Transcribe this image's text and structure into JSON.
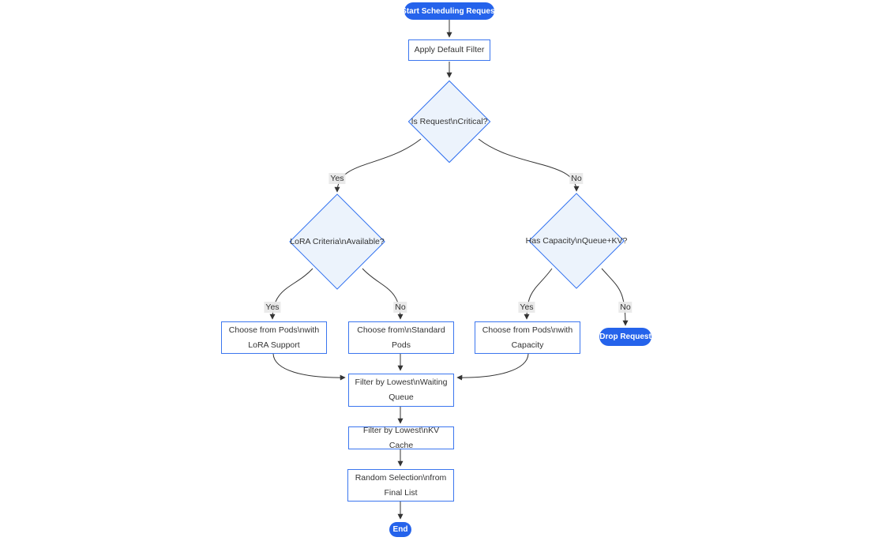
{
  "diagram": {
    "type": "flowchart",
    "nodes": {
      "start": "Start Scheduling Request",
      "apply_filter": "Apply Default Filter",
      "is_critical": "Is Request\\nCritical?",
      "lora_criteria": "LoRA Criteria\\nAvailable?",
      "has_capacity": "Has Capacity\\nQueue+KV?",
      "choose_lora_pods": "Choose from Pods\\nwith LoRA Support",
      "choose_standard_pods": "Choose from\\nStandard Pods",
      "choose_capacity_pods": "Choose from Pods\\nwith Capacity",
      "drop_request": "Drop Request",
      "filter_waiting_queue": "Filter by Lowest\\nWaiting Queue",
      "filter_kv_cache": "Filter by Lowest\\nKV Cache",
      "random_selection": "Random Selection\\nfrom Final List",
      "end": "End"
    },
    "edge_labels": {
      "critical_yes": "Yes",
      "critical_no": "No",
      "lora_yes": "Yes",
      "lora_no": "No",
      "capacity_yes": "Yes",
      "capacity_no": "No"
    },
    "edges": [
      {
        "from": "start",
        "to": "apply_filter",
        "label": ""
      },
      {
        "from": "apply_filter",
        "to": "is_critical",
        "label": ""
      },
      {
        "from": "is_critical",
        "to": "lora_criteria",
        "label": "Yes"
      },
      {
        "from": "is_critical",
        "to": "has_capacity",
        "label": "No"
      },
      {
        "from": "lora_criteria",
        "to": "choose_lora_pods",
        "label": "Yes"
      },
      {
        "from": "lora_criteria",
        "to": "choose_standard_pods",
        "label": "No"
      },
      {
        "from": "has_capacity",
        "to": "choose_capacity_pods",
        "label": "Yes"
      },
      {
        "from": "has_capacity",
        "to": "drop_request",
        "label": "No"
      },
      {
        "from": "choose_lora_pods",
        "to": "filter_waiting_queue",
        "label": ""
      },
      {
        "from": "choose_standard_pods",
        "to": "filter_waiting_queue",
        "label": ""
      },
      {
        "from": "choose_capacity_pods",
        "to": "filter_waiting_queue",
        "label": ""
      },
      {
        "from": "filter_waiting_queue",
        "to": "filter_kv_cache",
        "label": ""
      },
      {
        "from": "filter_kv_cache",
        "to": "random_selection",
        "label": ""
      },
      {
        "from": "random_selection",
        "to": "end",
        "label": ""
      }
    ],
    "colors": {
      "terminal_fill": "#2563eb",
      "terminal_text": "#ffffff",
      "node_fill": "#ffffff",
      "node_border": "#3b76ef",
      "decision_fill": "#ecf3fc",
      "decision_border": "#2f6ff0",
      "edge_stroke": "#333333",
      "edge_label_bg": "#e8e8e8",
      "text": "#333333",
      "background": "#ffffff"
    }
  }
}
